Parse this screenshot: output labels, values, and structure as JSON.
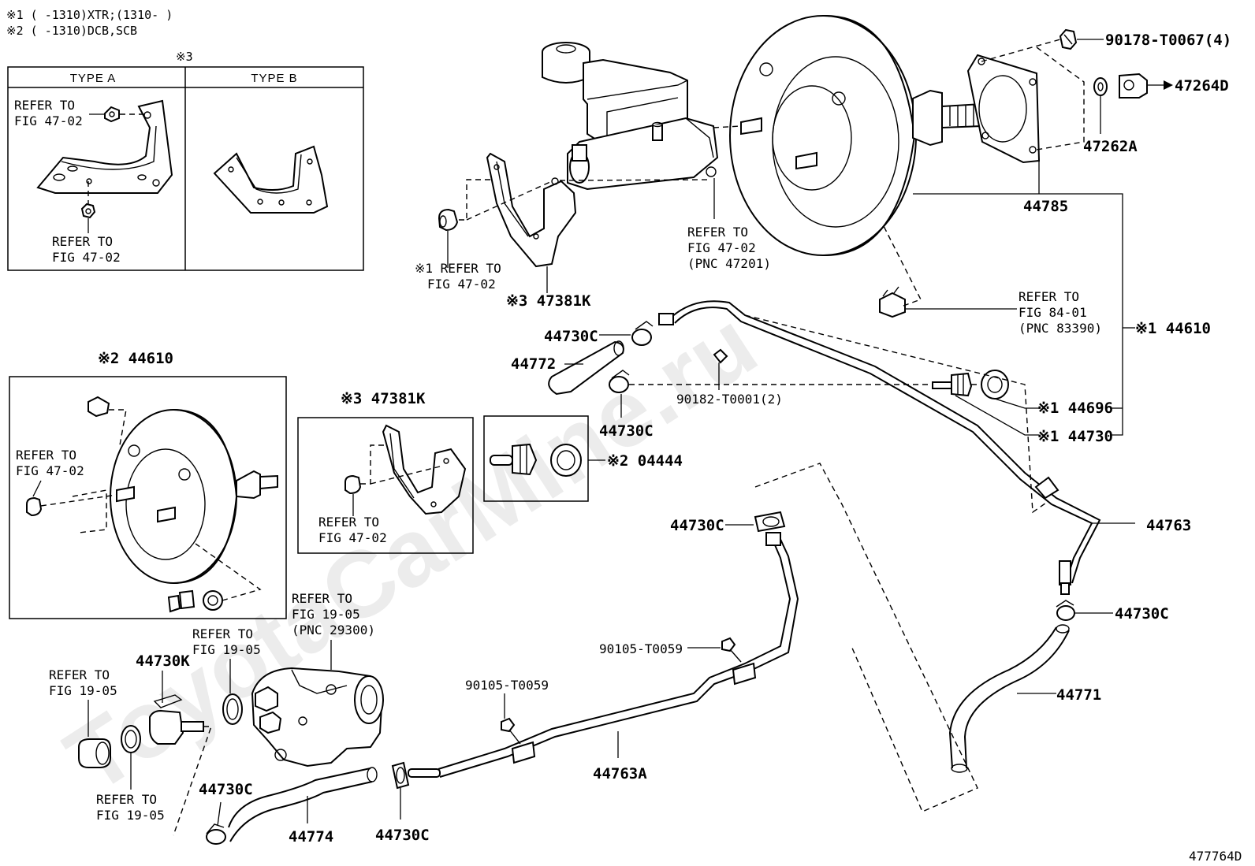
{
  "notes": {
    "note1": "※1 (       -1310)XTR;(1310-       )",
    "note2": "※2 (       -1310)DCB,SCB"
  },
  "type_box": {
    "marker": "※3",
    "type_a": "TYPE A",
    "type_b": "TYPE B",
    "ref_a1": [
      "REFER TO",
      "FIG 47-02"
    ],
    "ref_a2": [
      "REFER TO",
      "FIG 47-02"
    ]
  },
  "watermark": "ToyotaCarMine.ru",
  "parts": {
    "p90178": "90178-T0067(4)",
    "p47264d": "47264D",
    "p47262a": "47262A",
    "p44785": "44785",
    "p47381k_top": "※3 47381K",
    "ref_4702_left": [
      "※1 REFER TO",
      "FIG 47-02"
    ],
    "ref_4702_pnc": [
      "REFER TO",
      "FIG 47-02",
      "(PNC 47201)"
    ],
    "ref_8401": [
      "REFER TO",
      "FIG 84-01",
      "(PNC 83390)"
    ],
    "p44610_right": "※1 44610",
    "p44730c_a": "44730C",
    "p44772": "44772",
    "p90182": "90182-T0001(2)",
    "p44730c_b": "44730C",
    "p44696": "※1 44696",
    "p44730": "※1 44730",
    "p44610_left": "※2 44610",
    "ref_4702_box": [
      "REFER TO",
      "FIG 47-02"
    ],
    "p47381k_box": "※3 47381K",
    "ref_4702_box2": [
      "REFER TO",
      "FIG 47-02"
    ],
    "p04444": "※2 04444",
    "p44730c_c": "44730C",
    "p44763": "44763",
    "p44730c_d": "44730C",
    "p44771": "44771",
    "ref_1905_pnc": [
      "REFER TO",
      "FIG 19-05",
      "(PNC 29300)"
    ],
    "ref_1905_a": [
      "REFER TO",
      "FIG 19-05"
    ],
    "p44730k": "44730K",
    "ref_1905_b": [
      "REFER TO",
      "FIG 19-05"
    ],
    "ref_1905_c": [
      "REFER TO",
      "FIG 19-05"
    ],
    "p90105_a": "90105-T0059",
    "p90105_b": "90105-T0059",
    "p44763a": "44763A",
    "p44730c_e": "44730C",
    "p44774": "44774",
    "p44730c_f": "44730C",
    "diagram_id": "477764D"
  }
}
